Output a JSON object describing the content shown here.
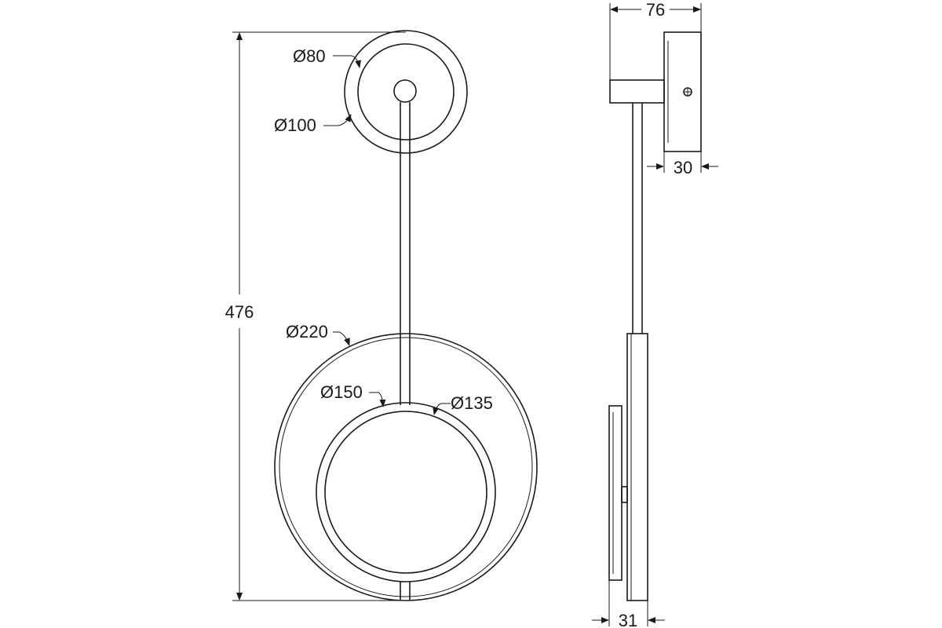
{
  "drawing": {
    "front_view": {
      "overall_height": "476",
      "canopy_inner_diameter": "Ø80",
      "canopy_outer_diameter": "Ø100",
      "disc_outer_diameter": "Ø220",
      "ring_outer_diameter": "Ø150",
      "ring_inner_diameter": "Ø135"
    },
    "side_view": {
      "overall_depth": "76",
      "canopy_depth": "30",
      "disc_thickness": "31"
    }
  }
}
